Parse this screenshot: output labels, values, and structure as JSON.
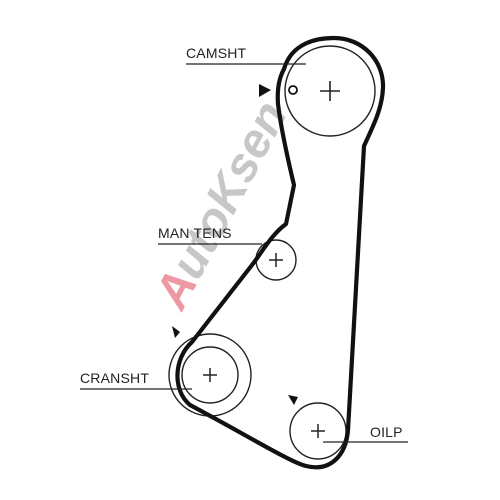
{
  "diagram": {
    "labels": {
      "camshaft": "CAMSHT",
      "manual_tensioner": "MAN TENS",
      "crankshaft": "CRANSHT",
      "oil_pump": "OILP"
    },
    "watermark": {
      "text_a": "A",
      "text_rest": "utoKsen",
      "accent_color": "#e0475a",
      "gray_color": "#8a8a8a"
    },
    "colors": {
      "belt": "#111111",
      "line": "#222222"
    }
  }
}
